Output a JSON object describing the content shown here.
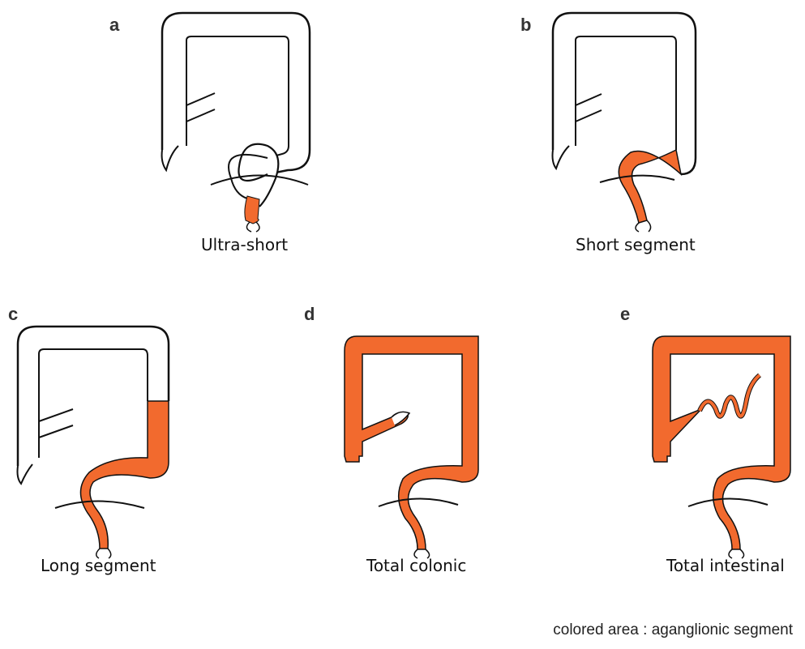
{
  "colors": {
    "aganglionic": "#f26a2e",
    "outline": "#111111",
    "normal": "#ffffff"
  },
  "panels": [
    {
      "letter": "a",
      "label": "Ultra-short"
    },
    {
      "letter": "b",
      "label": "Short segment"
    },
    {
      "letter": "c",
      "label": "Long segment"
    },
    {
      "letter": "d",
      "label": "Total colonic"
    },
    {
      "letter": "e",
      "label": "Total intestinal"
    }
  ],
  "footnote": "colored area : aganglionic segment"
}
